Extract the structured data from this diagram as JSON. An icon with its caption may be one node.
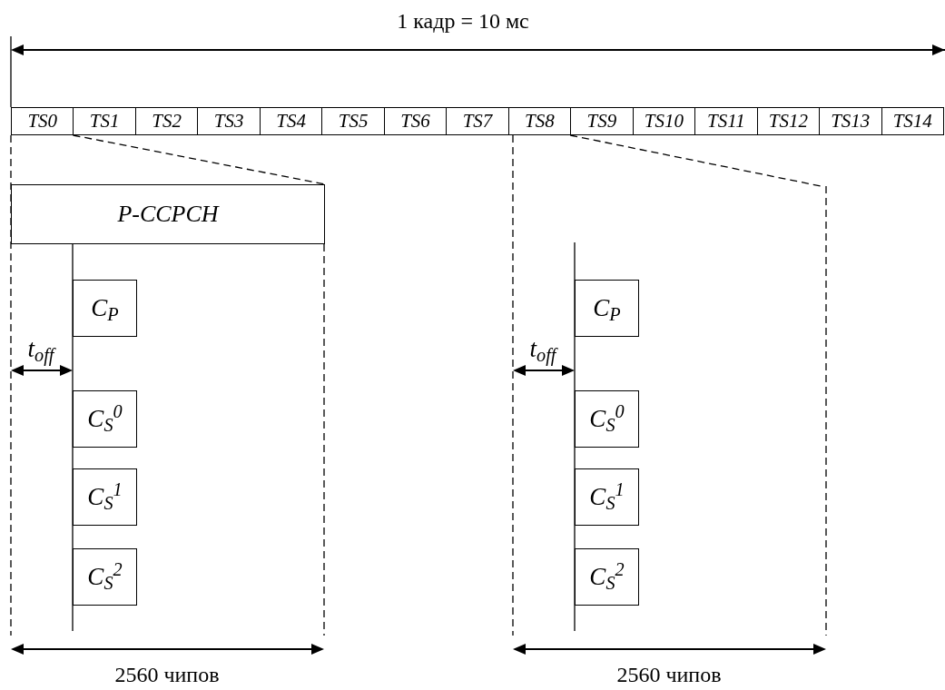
{
  "diagram": {
    "nodes": [
      {
        "text": [
          "TS0"
        ]
      },
      {
        "text": [
          "TS1"
        ]
      },
      {
        "text": [
          "TS2"
        ]
      },
      {
        "text": [
          "TS3"
        ]
      },
      {
        "text": [
          "TS4"
        ]
      },
      {
        "text": [
          "TS5"
        ]
      },
      {
        "text": [
          "TS6"
        ]
      },
      {
        "text": [
          "TS7"
        ]
      },
      {
        "text": [
          "TS8"
        ]
      },
      {
        "text": [
          "TS9"
        ]
      },
      {
        "text": [
          "TS10"
        ]
      },
      {
        "text": [
          "TS11"
        ]
      },
      {
        "text": [
          "TS12"
        ]
      },
      {
        "text": [
          "TS13"
        ]
      },
      {
        "text": [
          "TS14"
        ]
      },
      {
        "text": [
          "P-CCPCH"
        ]
      },
      {
        "text": [
          "C$_{P}$"
        ]
      },
      {
        "text": [
          "C$_{S}$$^{0}$"
        ]
      },
      {
        "text": [
          "C$_{S}$$^{1}$"
        ]
      },
      {
        "text": [
          "C$_{S}$$^{2}$"
        ]
      },
      {
        "text": [
          "C$_{P}$"
        ]
      },
      {
        "text": [
          "C$_{S}$$^{0}$"
        ]
      },
      {
        "text": [
          "C$_{S}$$^{1}$"
        ]
      },
      {
        "text": [
          "C$_{S}$$^{2}$"
        ]
      }
    ],
    "edges": [
      {
        "from": 0,
        "to": 15,
        "arrow": "none",
        "style": "dashed"
      },
      {
        "from": 8,
        "to": null,
        "arrow": "none",
        "style": "dashed"
      }
    ],
    "labels": [
      "1 кадр = 10 мс",
      "t$_{off}$",
      "2560 чипов",
      "t$_{off}$",
      "2560 чипов"
    ]
  }
}
